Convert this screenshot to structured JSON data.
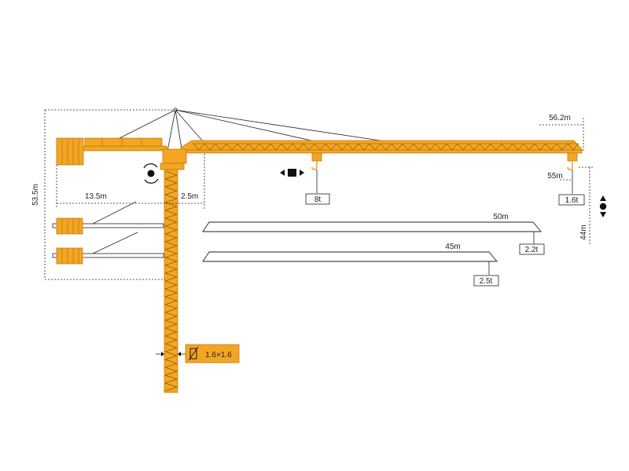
{
  "colors": {
    "crane_yellow": "#F3A623",
    "crane_outline": "#C07A10",
    "line": "#222222"
  },
  "dimensions": {
    "total_height": "53.5m",
    "counter_jib_length": "13.5m",
    "tower_offset": "2.5m",
    "max_radius": "56.2m",
    "tip_radius": "55m",
    "hook_height": "44m",
    "jib_option_1": "50m",
    "jib_option_2": "45m",
    "mast_section": "1.6×1.6"
  },
  "loads": {
    "max_load": "8t",
    "tip_load": "1.6t",
    "tip_load_50m": "2.2t",
    "tip_load_45m": "2.5t"
  },
  "icons": {
    "slewing": "slewing-icon",
    "trolley": "trolley-travel-icon",
    "hoist": "hoist-travel-icon",
    "mast": "mast-section-icon"
  }
}
